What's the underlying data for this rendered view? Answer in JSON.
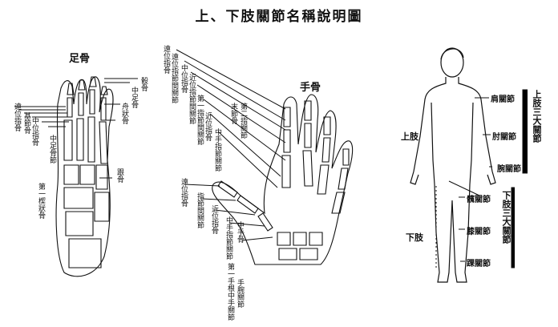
{
  "title": "上、下肢關節名稱說明圖",
  "foot": {
    "heading": "足骨",
    "labels": {
      "distal_phalanx": "遠位指骨",
      "proximal_phalanx": "基節骨",
      "middle_phalanx": "中位指骨",
      "metatarsal_sesamoid": "中足骨節",
      "medial_cuneiform": "第一楔狀骨",
      "cuboid": "骰骨",
      "metatarsal": "中足骨",
      "navicular": "舟狀骨",
      "calcaneus": "跟骨"
    }
  },
  "hand": {
    "heading": "手骨",
    "labels": {
      "distal_phalanx": "遠位指骨",
      "dip_joint": "遠位指節間關節",
      "middle_phalanx": "中位指骨",
      "pip_joint": "近位指節間關節",
      "proximal_phalanx": "近位指骨",
      "mcp_joint": "中手指節關節",
      "metacarpal": "中手骨",
      "thumb_distal": "遠位指骨",
      "thumb_ip_joint": "指節間關節",
      "thumb_proximal": "近位指骨",
      "thumb_mcp": "中手指節關節",
      "cmc_joint": "第一手根中手關節",
      "wrist_joint": "手腕關節",
      "second_dip": "第一指節間關節",
      "second_end": "末節骨",
      "second_joint": "第二指關節"
    }
  },
  "body": {
    "upper_limb": "上肢",
    "lower_limb": "下肢",
    "shoulder": "肩關節",
    "elbow": "肘關節",
    "wrist": "腕關節",
    "hip": "髖關節",
    "knee": "膝關節",
    "ankle": "踝關節",
    "upper_three": "上肢三大關節",
    "lower_three": "下肢三大關節"
  }
}
